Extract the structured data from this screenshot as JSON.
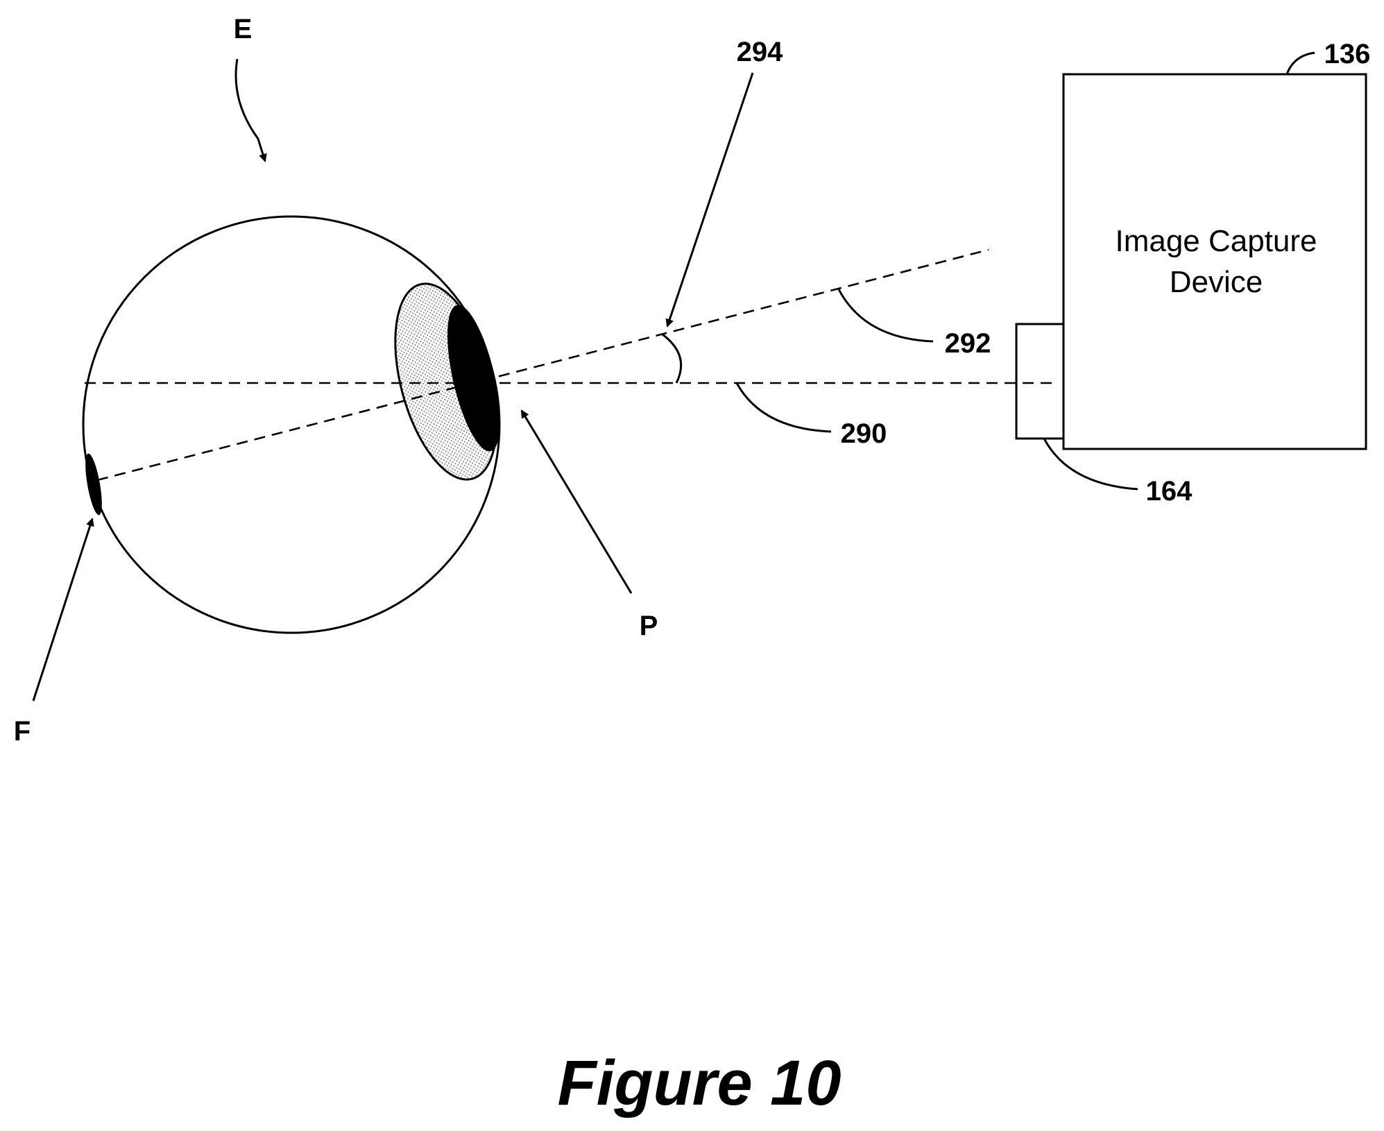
{
  "labels": {
    "eye": "E",
    "fovea": "F",
    "pupil": "P",
    "angle": "294",
    "line_pupil_fovea": "292",
    "line_optical_axis": "290",
    "device_ref": "136",
    "lens_ref": "164"
  },
  "device": {
    "line1": "Image Capture",
    "line2": "Device"
  },
  "caption": "Figure 10",
  "colors": {
    "ink": "#000000",
    "iris_fill": "#dcdcdc",
    "background": "#ffffff"
  }
}
